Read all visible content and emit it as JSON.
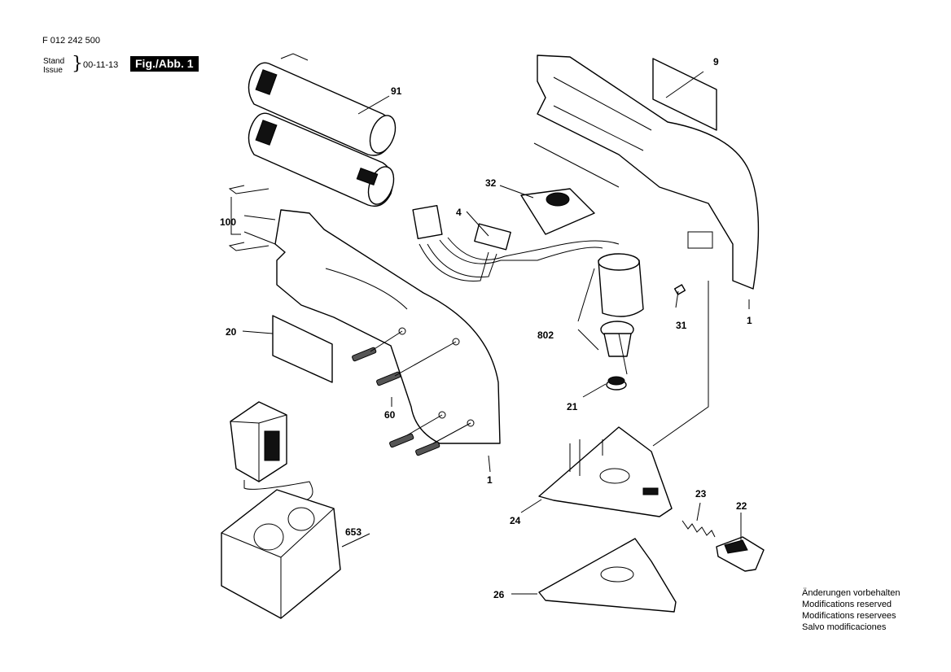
{
  "header": {
    "doc_number": "F 012 242 500",
    "stand_label": "Stand",
    "issue_label": "Issue",
    "date": "00-11-13",
    "figure": "Fig./Abb. 1"
  },
  "callouts": [
    {
      "id": "c91",
      "label": "91"
    },
    {
      "id": "c9",
      "label": "9"
    },
    {
      "id": "c100",
      "label": "100"
    },
    {
      "id": "c32",
      "label": "32"
    },
    {
      "id": "c4",
      "label": "4"
    },
    {
      "id": "c1a",
      "label": "1"
    },
    {
      "id": "c31",
      "label": "31"
    },
    {
      "id": "c802",
      "label": "802"
    },
    {
      "id": "c20",
      "label": "20"
    },
    {
      "id": "c21",
      "label": "21"
    },
    {
      "id": "c60",
      "label": "60"
    },
    {
      "id": "c1b",
      "label": "1"
    },
    {
      "id": "c23",
      "label": "23"
    },
    {
      "id": "c22",
      "label": "22"
    },
    {
      "id": "c24",
      "label": "24"
    },
    {
      "id": "c653",
      "label": "653"
    },
    {
      "id": "c26",
      "label": "26"
    }
  ],
  "notes": [
    "Änderungen vorbehalten",
    "Modifications reserved",
    "Modifications reservees",
    "Salvo modificaciones"
  ]
}
